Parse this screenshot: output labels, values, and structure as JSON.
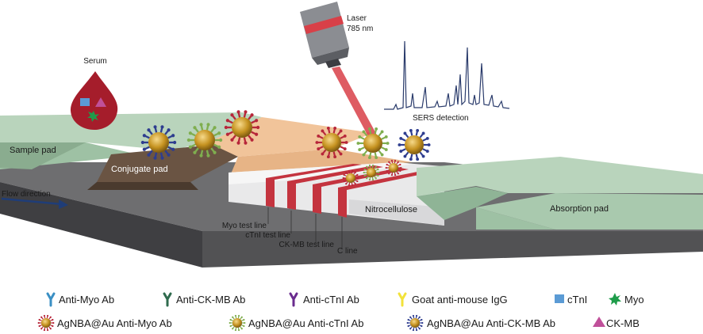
{
  "labels": {
    "serum": "Serum",
    "laser_line1": "Laser",
    "laser_line2": "785 nm",
    "sers": "SERS detection",
    "sample_pad": "Sample pad",
    "conjugate_pad": "Conjugate pad",
    "flow_direction": "Flow direction",
    "nitrocellulose": "Nitrocellulose",
    "absorption_pad": "Absorption pad",
    "myo_test_line": "Myo test line",
    "ctni_test_line": "cTnI test line",
    "ckmb_test_line": "CK-MB test line",
    "c_line": "C line"
  },
  "legend": {
    "row1": [
      {
        "label": "Anti-Myo Ab",
        "icon": "anti-myo-ab-icon",
        "color": "#3a8fc4"
      },
      {
        "label": "Anti-CK-MB Ab",
        "icon": "anti-ckmb-ab-icon",
        "color": "#2f6b4e"
      },
      {
        "label": "Anti-cTnI Ab",
        "icon": "anti-ctni-ab-icon",
        "color": "#6a2b8e"
      },
      {
        "label": "Goat anti-mouse IgG",
        "icon": "goat-igg-icon",
        "color": "#f2e23a"
      },
      {
        "label": "cTnI",
        "icon": "ctni-square-icon",
        "color": "#5b9bd5"
      },
      {
        "label": "Myo",
        "icon": "myo-star-icon",
        "color": "#1e9c4a"
      }
    ],
    "row2": [
      {
        "label": "AgNBA@Au Anti-Myo Ab",
        "icon": "nanoparticle-myo-icon",
        "color": "#b7263a"
      },
      {
        "label": "AgNBA@Au Anti-cTnI Ab",
        "icon": "nanoparticle-ctni-icon",
        "color": "#7fae4f"
      },
      {
        "label": "AgNBA@Au Anti-CK-MB Ab",
        "icon": "nanoparticle-ckmb-icon",
        "color": "#2e3d8f"
      },
      {
        "label": "CK-MB",
        "icon": "ckmb-triangle-icon",
        "color": "#c0509a"
      }
    ]
  },
  "colors": {
    "pad_green": "#a9c9ae",
    "conjugate_brown": "#6a5443",
    "sample_orange": "#f1c49a",
    "base_gray": "#5b5b5d",
    "test_line_red": "#c4343f",
    "laser_red": "#d84048",
    "serum_red": "#a51d2b",
    "nanoparticle_gold": "#c69321",
    "flow_arrow": "#1f3d78",
    "spectrum": "#2a3b6b"
  }
}
